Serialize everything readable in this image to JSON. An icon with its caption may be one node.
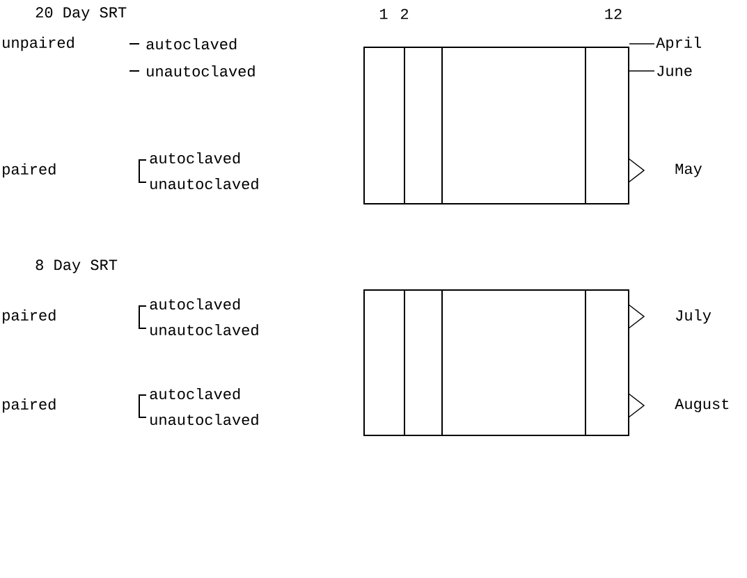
{
  "diagram": {
    "nodes": [
      {
        "text": [],
        "shape": "box"
      },
      {
        "text": [
          "April"
        ]
      },
      {
        "text": [
          "June"
        ]
      },
      {
        "text": [],
        "shape": "box"
      }
    ],
    "edges": [
      {
        "from": 1,
        "to": 0,
        "arrow": "none"
      },
      {
        "from": 2,
        "to": 0,
        "arrow": "none"
      }
    ],
    "labels": [
      "20 Day SRT",
      "1",
      "2",
      "12",
      "unpaired",
      "autoclaved",
      "unautoclaved",
      "autoclaved",
      "paired",
      "unautoclaved",
      "May",
      "8 Day SRT",
      "autoclaved",
      "paired",
      "July",
      "unautoclaved",
      "autoclaved",
      "paired",
      "August",
      "unautoclaved"
    ]
  }
}
